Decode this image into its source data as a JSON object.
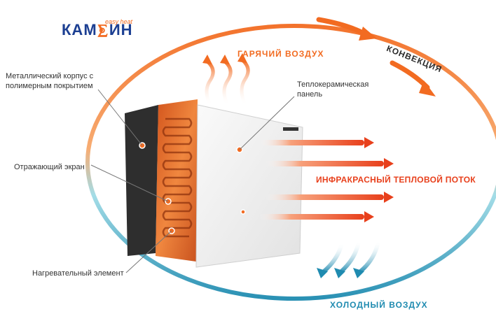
{
  "logo": {
    "left": "КАМ",
    "right": "ИН",
    "tagline": "easy heat"
  },
  "labels": {
    "hot_air": "ГАРЯЧИЙ ВОЗДУХ",
    "cold_air": "ХОЛОДНЫЙ ВОЗДУХ",
    "convection": "КОНВЕКЦИЯ",
    "infrared": "ИНФРАКРАСНЫЙ ТЕПЛОВОЙ ПОТОК"
  },
  "callouts": {
    "body_line1": "Металлический корпус с",
    "body_line2": "полимерным покрытием",
    "screen": "Отражающий экран",
    "element": "Нагревательный элемент",
    "panel_line1": "Теплокерамическая",
    "panel_line2": "панель"
  },
  "colors": {
    "brand_blue": "#1c3f92",
    "accent_orange": "#f26b21",
    "cold_blue": "#1f8bb0",
    "ir_red": "#e8401c"
  }
}
